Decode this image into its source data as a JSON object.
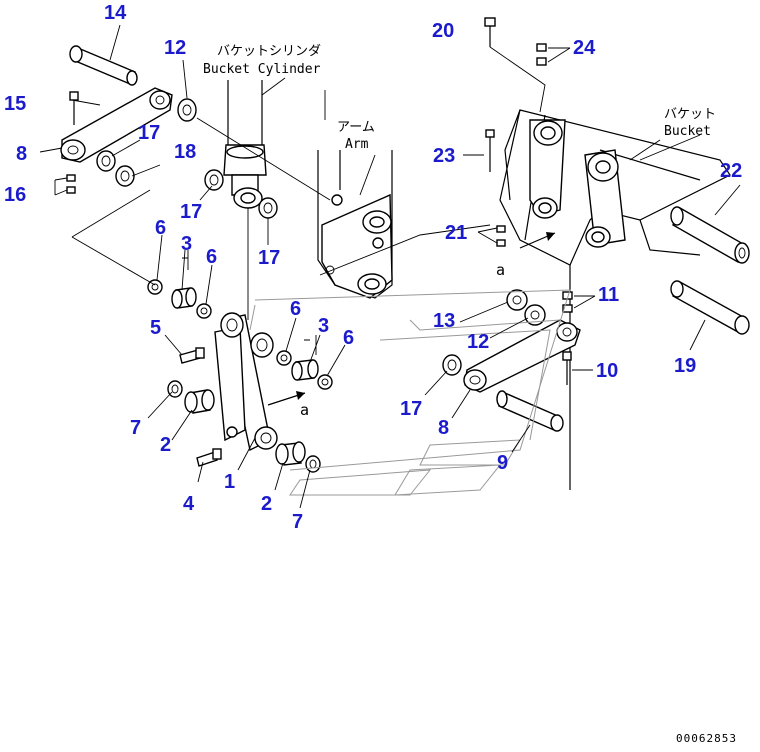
{
  "diagram": {
    "labels": {
      "bucket_cylinder_jp": "バケットシリンダ",
      "bucket_cylinder_en": "Bucket Cylinder",
      "arm_jp": "アーム",
      "arm_en": "Arm",
      "bucket_jp": "バケット",
      "bucket_en": "Bucket",
      "view_a_1": "a",
      "view_a_2": "a",
      "drawing_number": "00062853"
    },
    "callouts": [
      "14",
      "12",
      "15",
      "8",
      "17",
      "18",
      "16",
      "6",
      "3",
      "6",
      "17",
      "17",
      "5",
      "7",
      "2",
      "4",
      "1",
      "2",
      "7",
      "6",
      "3",
      "6",
      "20",
      "24",
      "23",
      "21",
      "22",
      "11",
      "13",
      "12",
      "10",
      "19",
      "17",
      "8",
      "9"
    ]
  }
}
